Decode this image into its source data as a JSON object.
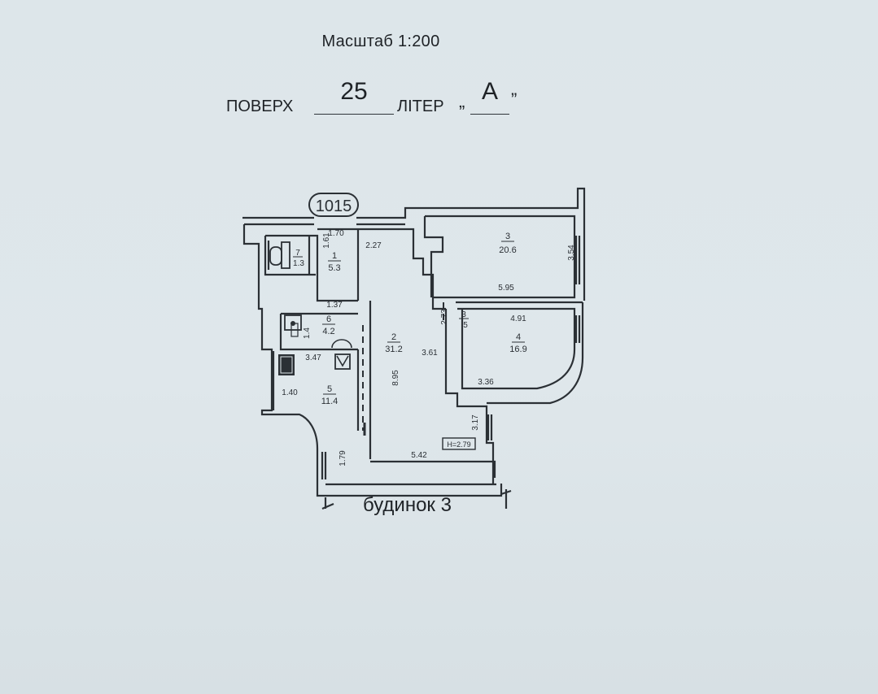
{
  "header": {
    "scale": "Масштаб 1:200",
    "floor_label": "ПОВЕРХ",
    "floor_value": "25",
    "liter_label": "ЛІТЕР",
    "liter_open": "„",
    "liter_value": "А",
    "liter_close": "”"
  },
  "plan": {
    "apartment_number": "1015",
    "rooms": [
      {
        "number": "1",
        "area": "5.3"
      },
      {
        "number": "2",
        "area": "31.2"
      },
      {
        "number": "3",
        "area": "20.6"
      },
      {
        "number": "4",
        "area": "16.9"
      },
      {
        "number": "5",
        "area": "11.4"
      },
      {
        "number": "6",
        "area": "4.2"
      },
      {
        "number": "7",
        "area": "1.3"
      },
      {
        "number": "3",
        "area": "5"
      }
    ],
    "dimensions": [
      "1.70",
      "1.61",
      "2.27",
      "3.54",
      "5.95",
      "1.37",
      "1.4",
      "3.47",
      "1.40",
      "8.95",
      "3.61",
      "4.91",
      "3.36",
      "3.17",
      "1.79",
      "5.42",
      "2.73"
    ],
    "height_mark": "H=2.79",
    "building": "будинок 3"
  },
  "icons": [
    "toilet-icon",
    "sink-icon",
    "stove-icon",
    "shower-icon",
    "washbasin-icon"
  ]
}
